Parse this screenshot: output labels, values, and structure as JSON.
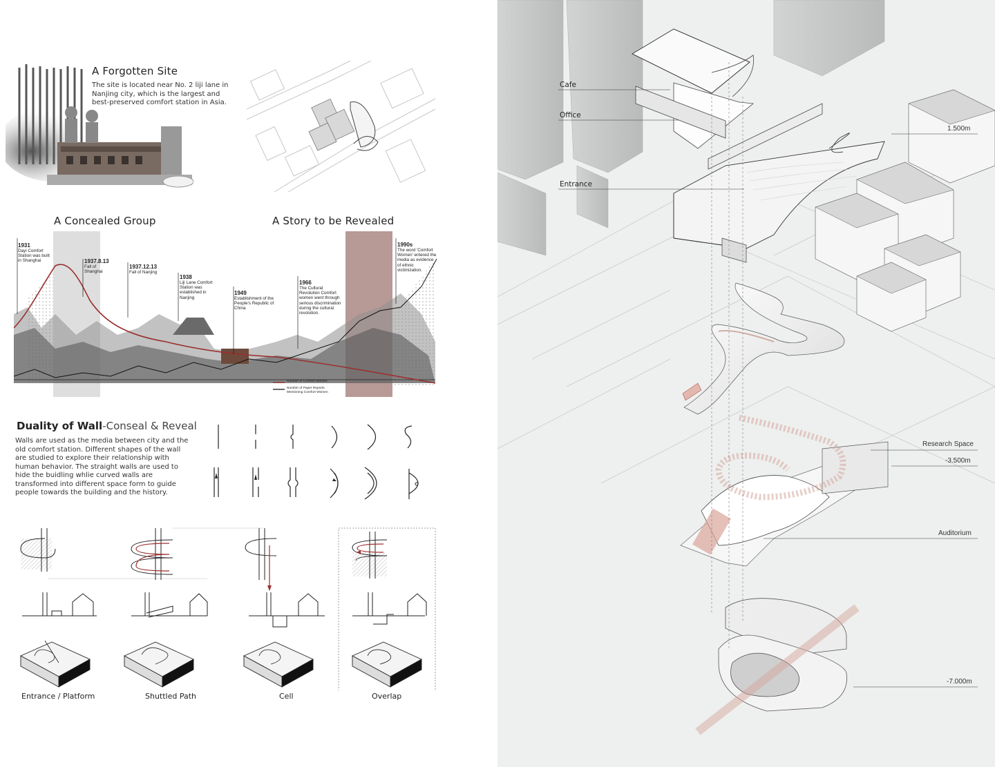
{
  "forgotten_site": {
    "title": "A Forgotten Site",
    "description": "The site is located near No. 2 liji lane in  Nanjing city, which is the largest and best-preserved comfort station in Asia."
  },
  "timeline": {
    "title_left": "A Concealed Group",
    "title_right": "A Story to be Revealed",
    "events": [
      {
        "year": "1931",
        "text": "Dayi Comfort Station was built in Shanghai"
      },
      {
        "year": "1937.8.13",
        "text": "Fall of Shanghai"
      },
      {
        "year": "1937.12.13",
        "text": "Fall of Nanjing"
      },
      {
        "year": "1938",
        "text": "Liji Lane Comfort Station was established in Nanjing"
      },
      {
        "year": "1949",
        "text": "Establishment of the People's Republic of China"
      },
      {
        "year": "1966",
        "text": "The Cultural Revolution Comfort women went through serious discrimination during the cultural revolution."
      },
      {
        "year": "1990s",
        "text": "The word 'Comfort Women' entered the media as evidence of ethnic victimization."
      }
    ],
    "legend": [
      {
        "label": "Number of Comfort Women",
        "color": "#9b2f2f"
      },
      {
        "label": "Number of Paper Reports Mentioning Comfort Women",
        "color": "#111111"
      }
    ]
  },
  "duality": {
    "title_bold": "Duality of Wall",
    "title_rest": "-Conseal & Reveal",
    "description": "Walls are used as the media between city and the old comfort station. Different shapes of the wall are studied to explore their relationship with human behavior. The straight walls are used to hide the buidling whlie curved walls are transformed into different space form to guide people towards the building and the history."
  },
  "typologies": [
    {
      "label": "Entrance / Platform"
    },
    {
      "label": "Shuttled Path"
    },
    {
      "label": "Cell"
    },
    {
      "label": "Overlap"
    }
  ],
  "axon_labels": {
    "cafe": "Cafe",
    "office": "Office",
    "entrance": "Entrance",
    "level_1": "1.500m",
    "research_space": "Research Space",
    "level_2": "-3.500m",
    "auditorium": "Auditorium",
    "level_3": "-7.000m"
  },
  "colors": {
    "accent_red": "#9b2f2f",
    "path_pink": "#e9c9c2",
    "background_grey": "#eef0ef"
  }
}
